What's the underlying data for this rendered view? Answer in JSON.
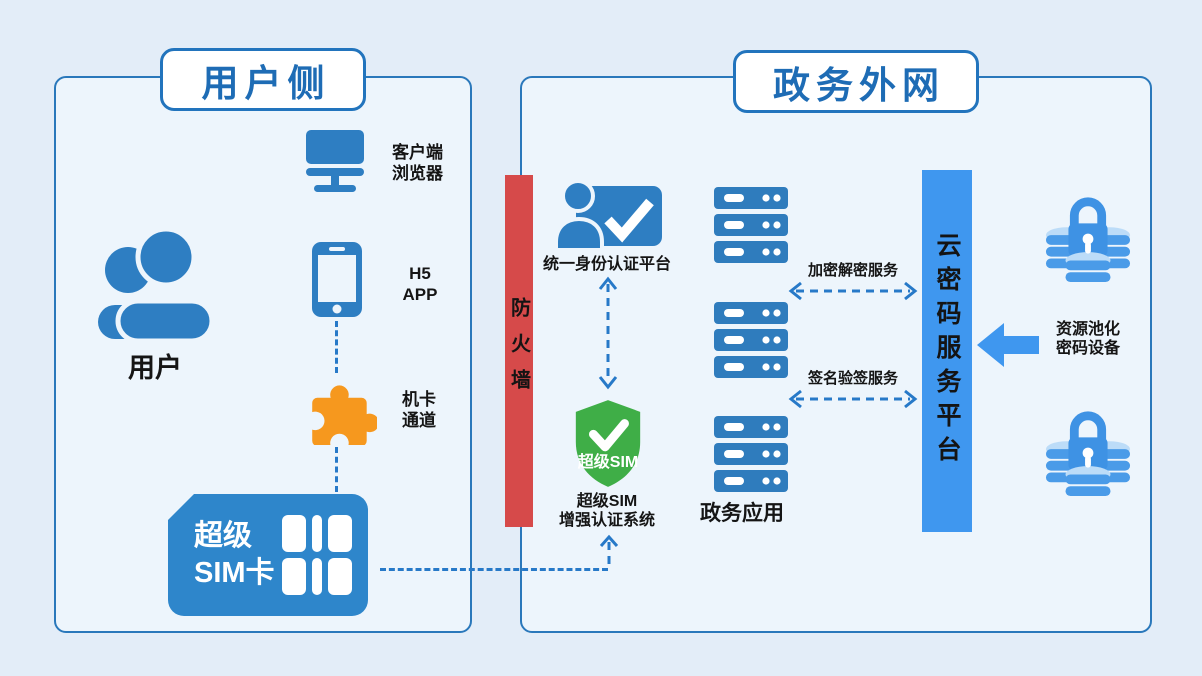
{
  "colors": {
    "background": "#e3edf8",
    "panel_border": "#2a78bb",
    "title_blue": "#1e6cb5",
    "icon_blue": "#2e7ec2",
    "server_blue": "#2f7cbd",
    "sim_blue": "#2e86cb",
    "firewall_red": "#d64a4a",
    "shield_green": "#3fae47",
    "puzzle_orange": "#f6981e",
    "cloud_bar_blue": "#3f97ef",
    "lock_mid_blue": "#4a9be8",
    "lock_light_blue": "#bcdcf8",
    "dash_blue": "#2779c8"
  },
  "left_panel": {
    "title": "用户侧",
    "user_label": "用户",
    "browser_label": "客户端\n浏览器",
    "h5_label": "H5\nAPP",
    "channel_label": "机卡\n通道",
    "sim_card_label": "超级\nSIM卡"
  },
  "firewall_label": "防火墙",
  "right_panel": {
    "title": "政务外网",
    "idp_label": "统一身份认证平台",
    "shield_badge": "超级SIM",
    "sim_auth_label": "超级SIM\n增强认证系统",
    "gov_app_label": "政务应用",
    "service_encrypt": "加密解密服务",
    "service_sign": "签名验签服务",
    "cloud_platform_label": "云密码服务平台",
    "pooled_device_label": "资源池化\n密码设备"
  }
}
